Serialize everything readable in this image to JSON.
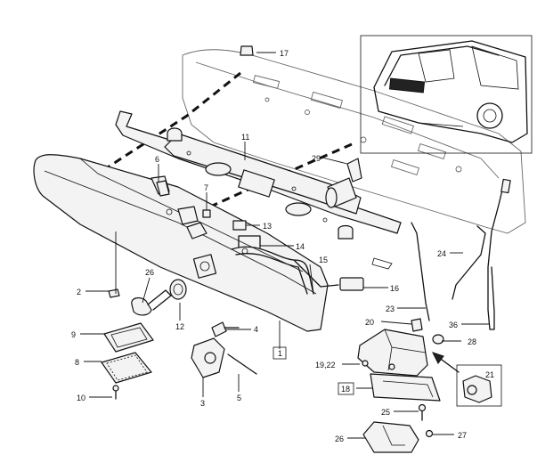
{
  "callouts": [
    {
      "id": "c17",
      "label": "17"
    },
    {
      "id": "c11",
      "label": "11"
    },
    {
      "id": "c29",
      "label": "29"
    },
    {
      "id": "c6",
      "label": "6"
    },
    {
      "id": "c7",
      "label": "7"
    },
    {
      "id": "c13",
      "label": "13"
    },
    {
      "id": "c14",
      "label": "14"
    },
    {
      "id": "c15",
      "label": "15"
    },
    {
      "id": "c16",
      "label": "16"
    },
    {
      "id": "c24",
      "label": "24"
    },
    {
      "id": "c23",
      "label": "23"
    },
    {
      "id": "c20",
      "label": "20"
    },
    {
      "id": "c36",
      "label": "36"
    },
    {
      "id": "c28",
      "label": "28"
    },
    {
      "id": "c21",
      "label": "21"
    },
    {
      "id": "c19_22",
      "label": "19,22"
    },
    {
      "id": "c18",
      "label": "18",
      "boxed": true
    },
    {
      "id": "c25",
      "label": "25"
    },
    {
      "id": "c27",
      "label": "27"
    },
    {
      "id": "c26b",
      "label": "26"
    },
    {
      "id": "c1",
      "label": "1",
      "boxed": true
    },
    {
      "id": "c4",
      "label": "4"
    },
    {
      "id": "c5",
      "label": "5"
    },
    {
      "id": "c3",
      "label": "3"
    },
    {
      "id": "c2",
      "label": "2"
    },
    {
      "id": "c26a",
      "label": "26"
    },
    {
      "id": "c12",
      "label": "12"
    },
    {
      "id": "c9",
      "label": "9"
    },
    {
      "id": "c8",
      "label": "8"
    },
    {
      "id": "c10",
      "label": "10"
    }
  ]
}
